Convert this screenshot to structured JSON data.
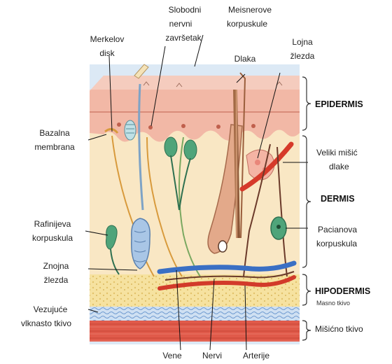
{
  "diagram": {
    "labels_top": {
      "slobodni_1": "Slobodni",
      "slobodni_2": "nervni",
      "slobodni_3": "završetak",
      "meisner_1": "Meisnerove",
      "meisner_2": "korpuskule",
      "merkel_1": "Merkelov",
      "merkel_2": "disk",
      "dlaka": "Dlaka",
      "lojna_1": "Lojna",
      "lojna_2": "žlezda"
    },
    "labels_left": {
      "bazalna_1": "Bazalna",
      "bazalna_2": "membrana",
      "rafini_1": "Rafinijeva",
      "rafini_2": "korpuskula",
      "znojna_1": "Znojna",
      "znojna_2": "žlezda",
      "vezivno_1": "Vezujuće",
      "vezivno_2": "vlknasto tkivo"
    },
    "labels_right": {
      "misic_1": "Veliki mišić",
      "misic_2": "dlake",
      "pacini_1": "Pacianova",
      "pacini_2": "korpuskula",
      "misicno": "Mišićno tkivo"
    },
    "labels_bottom": {
      "vene": "Vene",
      "nervi": "Nervi",
      "arterije": "Arterije"
    },
    "layers": {
      "epidermis": "EPIDERMIS",
      "dermis": "DERMIS",
      "hipodermis": "HIPODERMIS",
      "masno": "Masno tkivo"
    }
  }
}
